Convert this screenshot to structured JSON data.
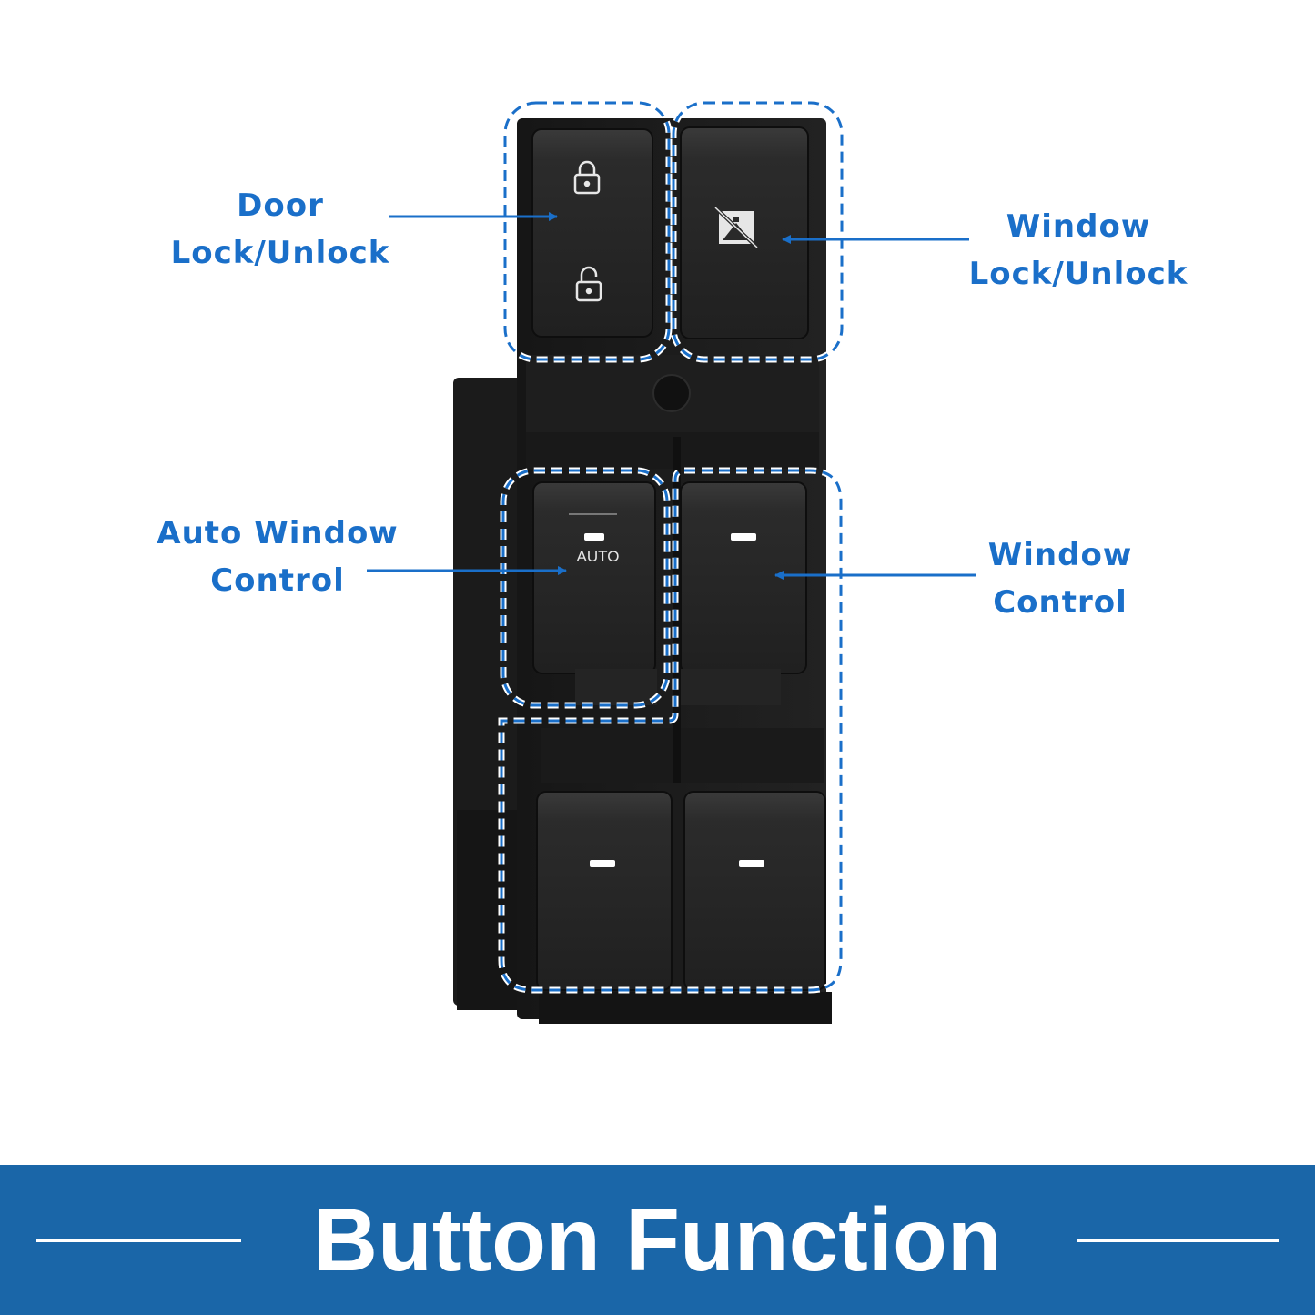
{
  "callouts": {
    "door_lock": {
      "line1": "Door",
      "line2": "Lock/Unlock"
    },
    "window_lock": {
      "line1": "Window",
      "line2": "Lock/Unlock"
    },
    "auto_window": {
      "line1": "Auto Window",
      "line2": "Control"
    },
    "window_control": {
      "line1": "Window",
      "line2": "Control"
    }
  },
  "switch": {
    "auto_label": "AUTO"
  },
  "banner": {
    "title": "Button Function"
  },
  "colors": {
    "accent": "#1a6fc9",
    "banner": "#1a66a8",
    "switch_body": "#1c1c1c",
    "button": "#2a2a2a"
  }
}
